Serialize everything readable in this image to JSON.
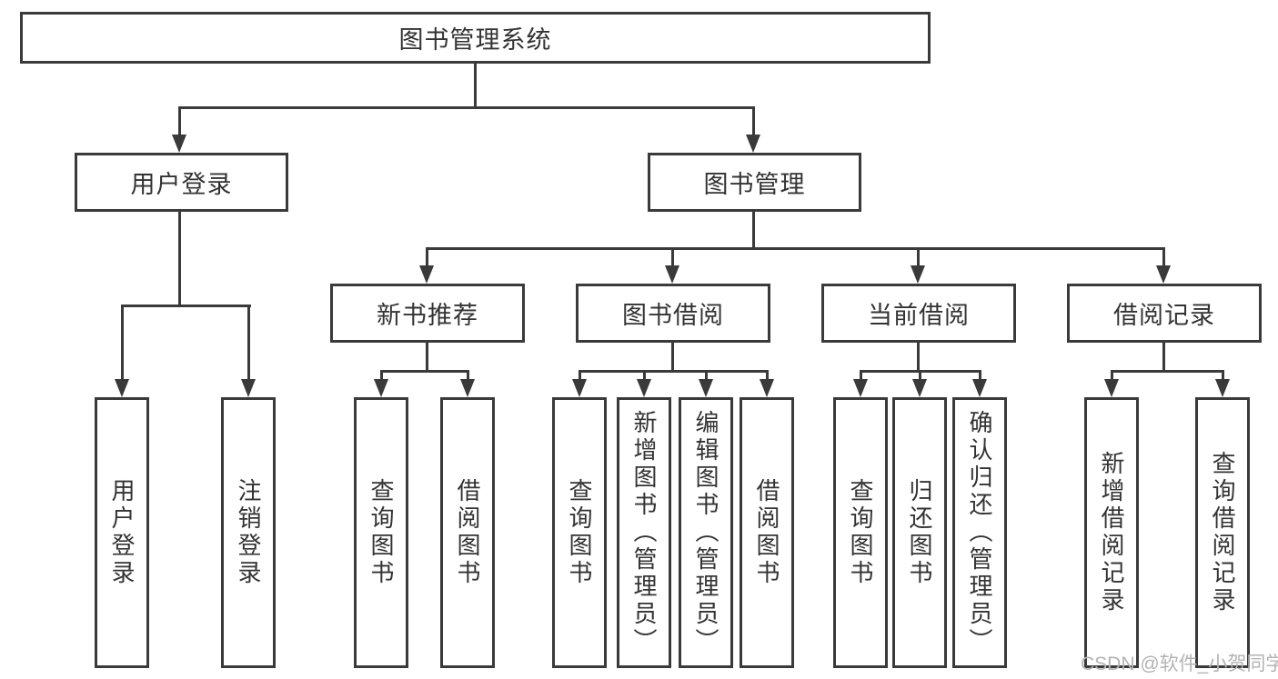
{
  "tree": {
    "root": "图书管理系统",
    "branches": [
      {
        "label": "用户登录",
        "children": [
          "用户登录",
          "注销登录"
        ]
      },
      {
        "label": "图书管理",
        "sections": [
          {
            "label": "新书推荐",
            "children": [
              "查询图书",
              "借阅图书"
            ]
          },
          {
            "label": "图书借阅",
            "children": [
              "查询图书",
              "新增图书（管理员）",
              "编辑图书（管理员）",
              "借阅图书"
            ]
          },
          {
            "label": "当前借阅",
            "children": [
              "查询图书",
              "归还图书",
              "确认归还（管理员）"
            ]
          },
          {
            "label": "借阅记录",
            "children": [
              "新增借阅记录",
              "查询借阅记录"
            ]
          }
        ]
      }
    ]
  },
  "watermark": {
    "text": "CSDN @软件_小贺同学"
  },
  "colors": {
    "line": "#3a3a3a",
    "text": "#333333",
    "background": "#ffffff",
    "watermark": "#b3b3b3"
  }
}
